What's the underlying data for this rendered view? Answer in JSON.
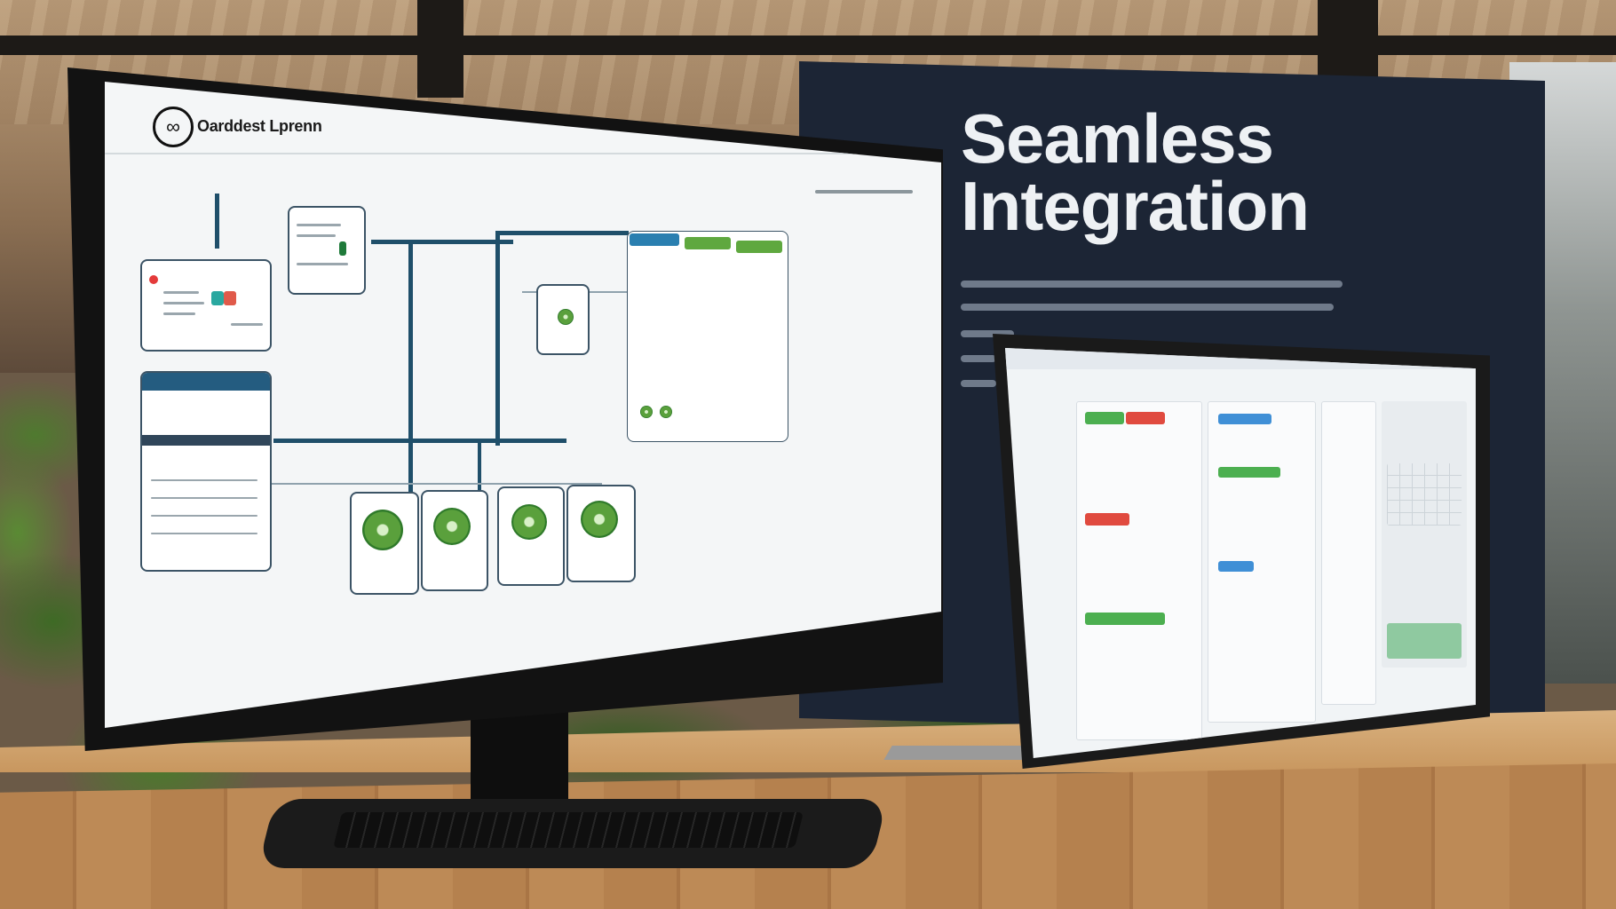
{
  "banner": {
    "title_line_1": "Seamless",
    "title_line_2": "Integration"
  },
  "monitor": {
    "brand_name": "Oarddest Lprenn",
    "brand_icon": "infinity-logo-icon",
    "accent_colors": {
      "teal_header": "#2a7fb0",
      "green_header": "#5fa83f",
      "dark_wire": "#1f4f6a",
      "alert_red": "#e43a3a"
    }
  },
  "laptop": {
    "accent_colors": {
      "green_chip": "#4caf50",
      "red_chip": "#e04a3f",
      "blue_chip": "#3f8fd6"
    }
  }
}
